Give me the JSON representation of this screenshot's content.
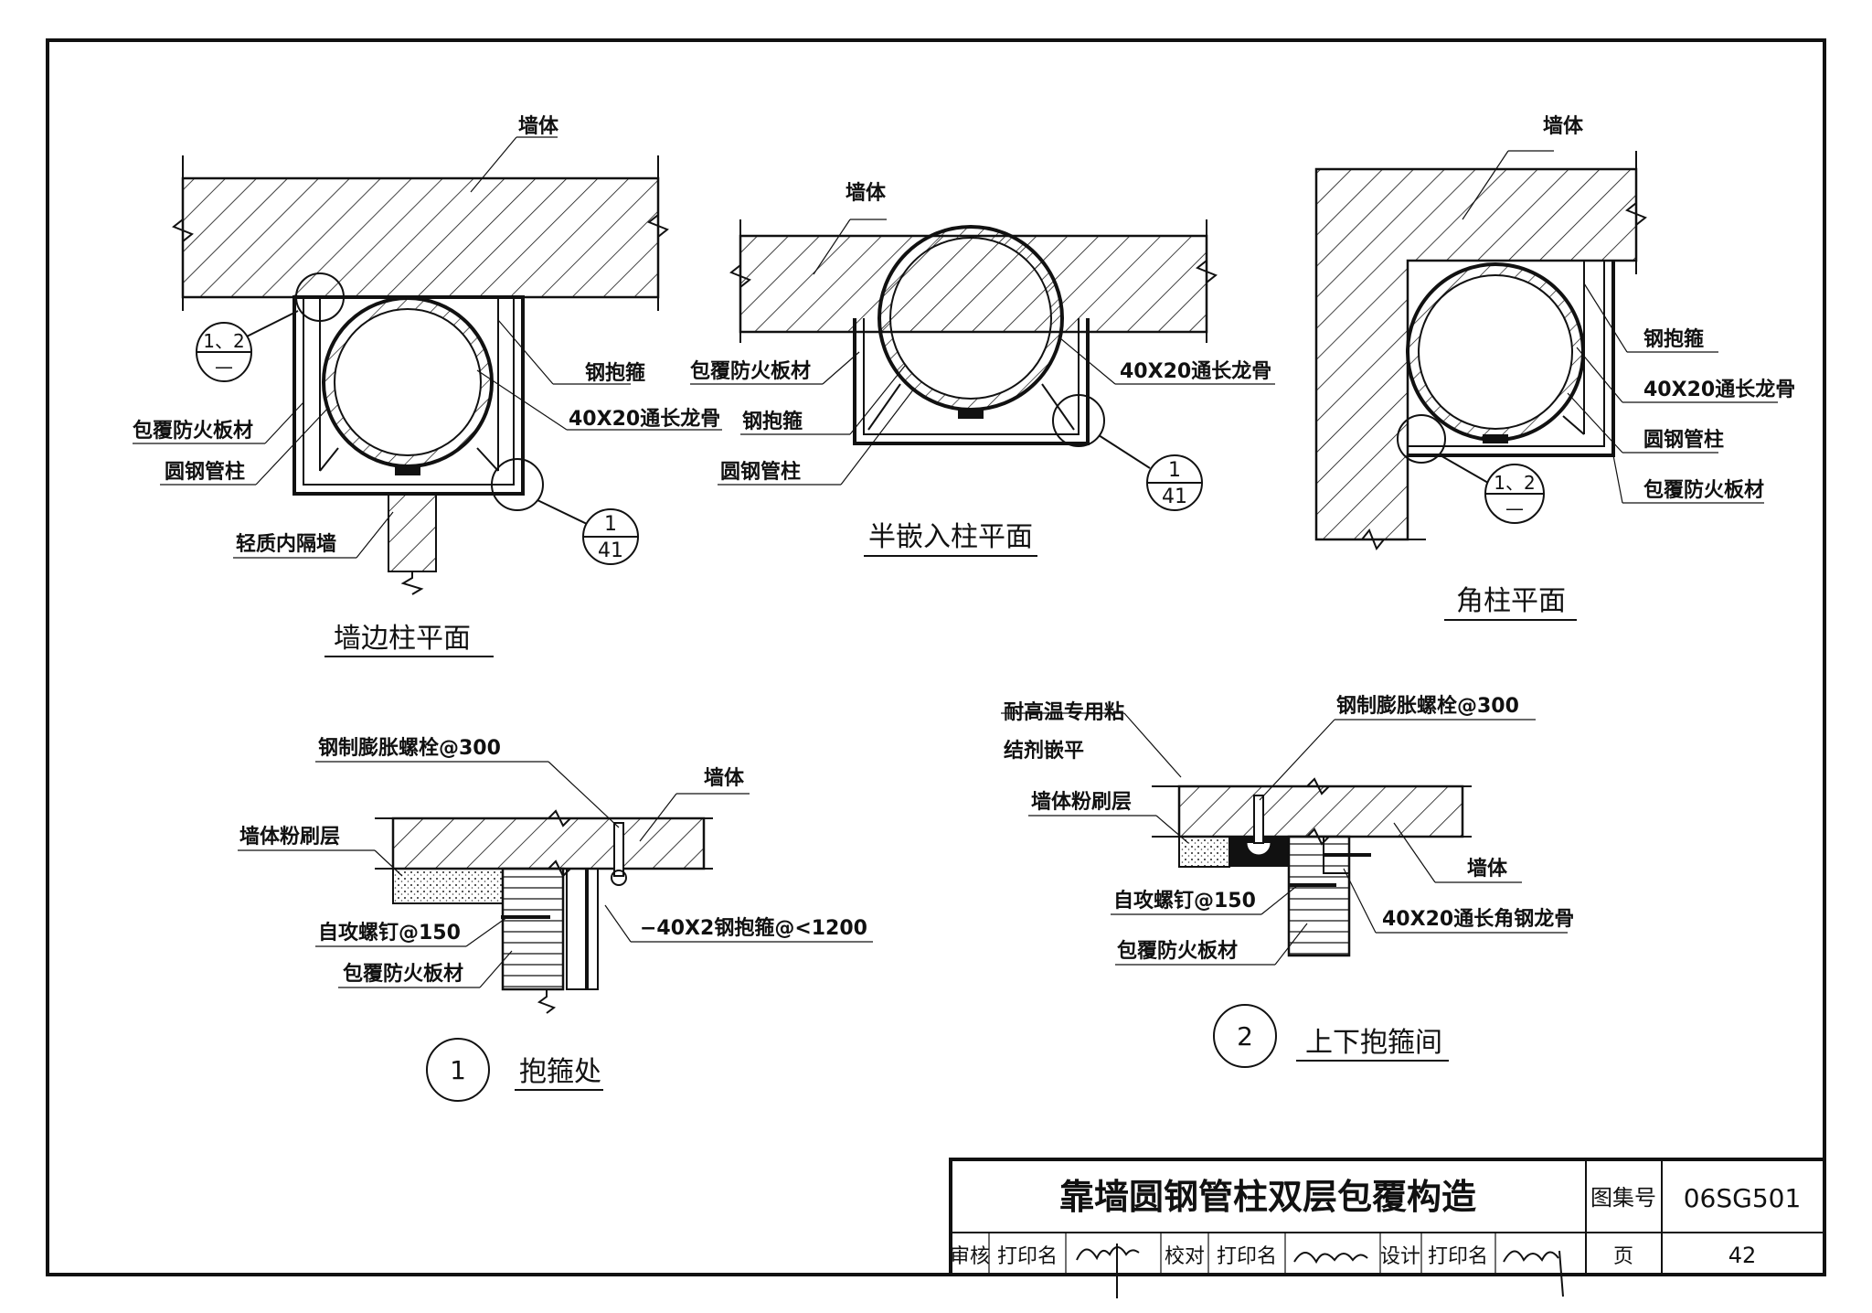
{
  "plans": {
    "wall_edge": {
      "title": "墙边柱平面",
      "wall": "墙体",
      "hoop": "钢抱箍",
      "keel": "40X20通长龙骨",
      "board": "包覆防火板材",
      "column": "圆钢管柱",
      "partition": "轻质内隔墙",
      "ref_a_top": "1、2",
      "ref_a_bot": "—",
      "ref_b_top": "1",
      "ref_b_bot": "41"
    },
    "half_embedded": {
      "title": "半嵌入柱平面",
      "wall": "墙体",
      "board": "包覆防火板材",
      "keel": "40X20通长龙骨",
      "hoop": "钢抱箍",
      "column": "圆钢管柱",
      "ref_top": "1",
      "ref_bot": "41"
    },
    "corner": {
      "title": "角柱平面",
      "wall": "墙体",
      "hoop": "钢抱箍",
      "keel": "40X20通长龙骨",
      "column": "圆钢管柱",
      "board": "包覆防火板材",
      "ref_top": "1、2",
      "ref_bot": "—"
    }
  },
  "details": {
    "d1": {
      "number": "1",
      "title": "抱箍处",
      "bolt": "钢制膨胀螺栓@300",
      "wall": "墙体",
      "plaster": "墙体粉刷层",
      "screw": "自攻螺钉@150",
      "board": "包覆防火板材",
      "hoop": "−40X2钢抱箍@<1200"
    },
    "d2": {
      "number": "2",
      "title": "上下抱箍间",
      "adhesive_1": "耐高温专用粘",
      "adhesive_2": "结剂嵌平",
      "bolt": "钢制膨胀螺栓@300",
      "plaster": "墙体粉刷层",
      "wall": "墙体",
      "screw": "自攻螺钉@150",
      "keel": "40X20通长角钢龙骨",
      "board": "包覆防火板材"
    }
  },
  "title_block": {
    "drawing_title": "靠墙圆钢管柱双层包覆构造",
    "atlas_label": "图集号",
    "atlas_no": "06SG501",
    "review": "审核",
    "check": "校对",
    "design": "设计",
    "print_name": "打印名",
    "page_label": "页",
    "page_no": "42"
  }
}
